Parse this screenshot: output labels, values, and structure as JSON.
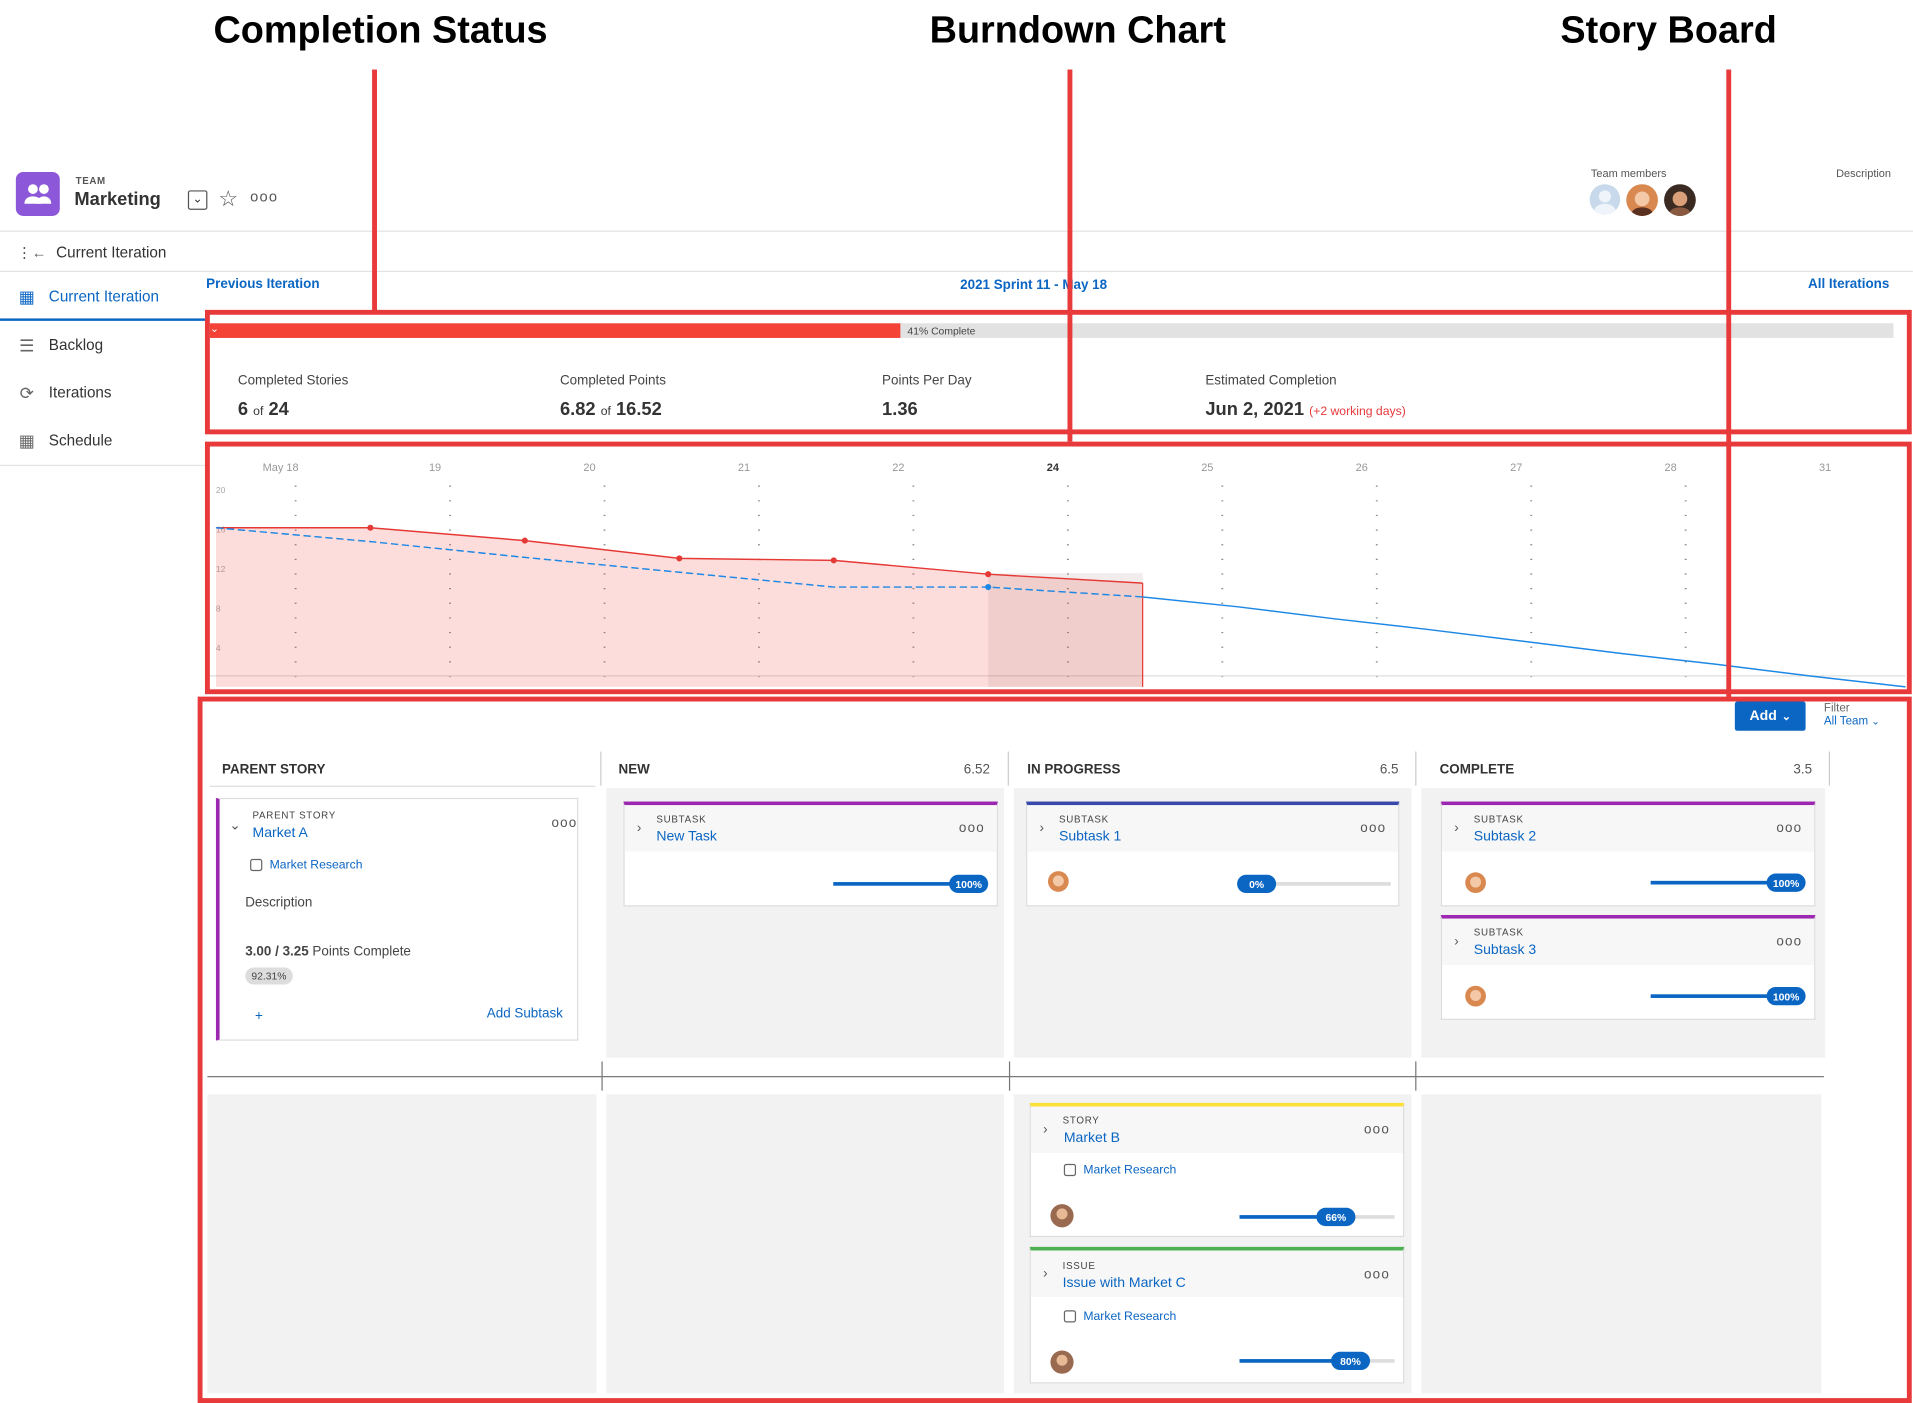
{
  "annotations": {
    "completion_status": "Completion Status",
    "burndown_chart": "Burndown Chart",
    "story_board": "Story Board"
  },
  "header": {
    "team_label": "TEAM",
    "team_name": "Marketing",
    "team_members_label": "Team members",
    "description_label": "Description"
  },
  "sidebar": {
    "back_label": "Current Iteration",
    "items": [
      {
        "label": "Current Iteration",
        "icon": "grid-icon",
        "active": true
      },
      {
        "label": "Backlog",
        "icon": "list-icon",
        "active": false
      },
      {
        "label": "Iterations",
        "icon": "iterations-icon",
        "active": false
      },
      {
        "label": "Schedule",
        "icon": "calendar-icon",
        "active": false
      }
    ]
  },
  "iteration_nav": {
    "previous": "Previous Iteration",
    "current": "2021 Sprint 11 - May 18",
    "all": "All Iterations"
  },
  "progress": {
    "percent": 41,
    "label": "41% Complete",
    "color": "#f44336"
  },
  "stats": {
    "completed_stories_label": "Completed Stories",
    "completed_stories": "6",
    "total_stories": "24",
    "completed_points_label": "Completed Points",
    "completed_points": "6.82",
    "total_points": "16.52",
    "of_word": "of",
    "points_per_day_label": "Points Per Day",
    "points_per_day": "1.36",
    "est_completion_label": "Estimated Completion",
    "est_completion": "Jun 2, 2021",
    "est_delta": "(+2 working days)"
  },
  "chart_data": {
    "type": "area",
    "x": [
      "May 18",
      "19",
      "20",
      "21",
      "22",
      "24",
      "25",
      "26",
      "27",
      "28",
      "31"
    ],
    "bold_tick": "24",
    "yticks": [
      20,
      16,
      12,
      8,
      4
    ],
    "ylim": [
      0,
      20
    ],
    "series": [
      {
        "values": [
          16.1,
          16.1,
          14.8,
          13.0,
          12.8,
          11.4,
          10.5
        ],
        "color": "#e53935"
      },
      {
        "values": [
          16.1,
          14.7,
          13.1,
          11.6,
          10.1,
          10.1,
          9.1,
          8.1,
          6.9,
          5.8,
          4.6,
          3.4,
          2.3,
          1.1,
          0
        ],
        "color": "#1e88e5"
      }
    ]
  },
  "board": {
    "add_label": "Add",
    "filter_label": "Filter",
    "filter_value": "All Team",
    "columns": [
      {
        "name": "PARENT STORY",
        "points": ""
      },
      {
        "name": "NEW",
        "points": "6.52"
      },
      {
        "name": "IN PROGRESS",
        "points": "6.5"
      },
      {
        "name": "COMPLETE",
        "points": "3.5"
      }
    ],
    "parent": {
      "category": "PARENT STORY",
      "title": "Market A",
      "project": "Market Research",
      "description": "Description",
      "points_done": "3.00",
      "points_total": "3.25",
      "points_suffix": "Points Complete",
      "percent_label": "92.31%",
      "add_subtask": "Add Subtask",
      "plus": "+"
    },
    "cards": {
      "new_task": {
        "category": "SUBTASK",
        "title": "New Task",
        "percent": 100,
        "label": "100%",
        "color": "#9c27b0"
      },
      "subtask1": {
        "category": "SUBTASK",
        "title": "Subtask 1",
        "percent": 0,
        "label": "0%",
        "color": "#3949ab"
      },
      "subtask2": {
        "category": "SUBTASK",
        "title": "Subtask 2",
        "percent": 100,
        "label": "100%",
        "color": "#9c27b0"
      },
      "subtask3": {
        "category": "SUBTASK",
        "title": "Subtask 3",
        "percent": 100,
        "label": "100%",
        "color": "#9c27b0"
      },
      "market_b": {
        "category": "STORY",
        "title": "Market B",
        "project": "Market Research",
        "percent": 66,
        "label": "66%",
        "color": "#fbe03a"
      },
      "issue_c": {
        "category": "ISSUE",
        "title": "Issue with Market C",
        "project": "Market Research",
        "percent": 80,
        "label": "80%",
        "color": "#4caf50"
      }
    }
  }
}
